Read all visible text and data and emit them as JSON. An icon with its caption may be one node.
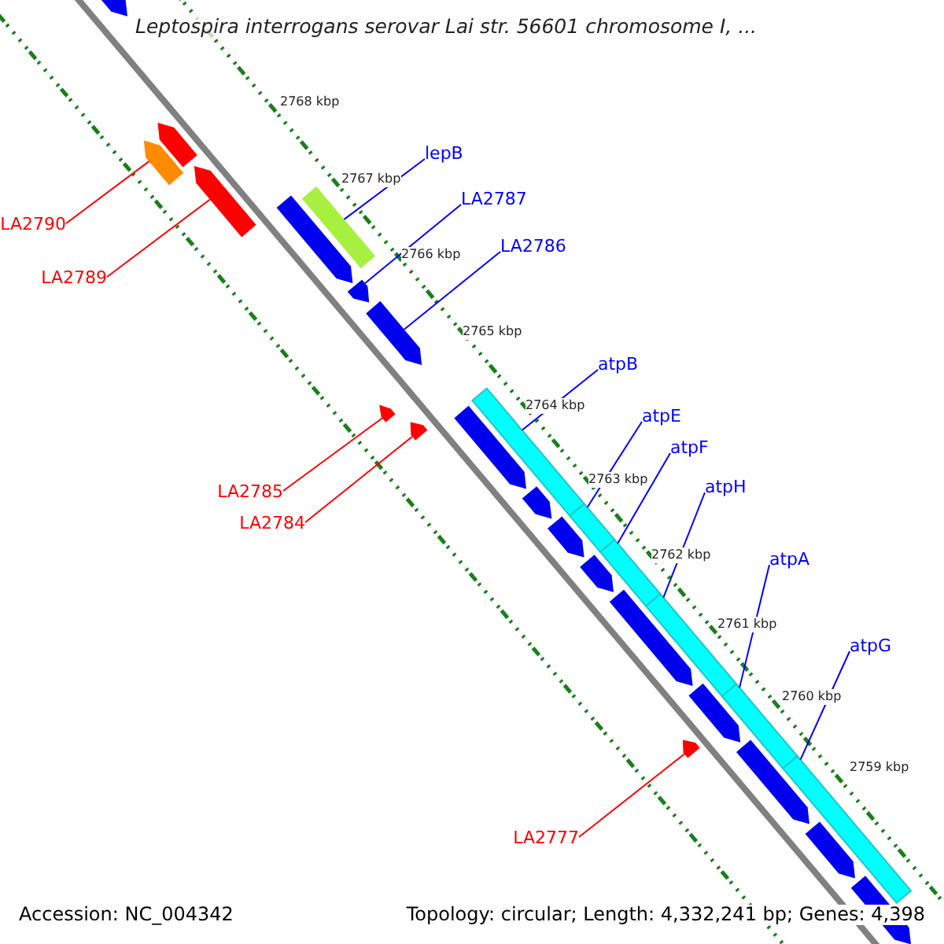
{
  "diagram": {
    "title": "Leptospira interrogans serovar Lai str. 56601 chromosome I, ...",
    "nodes": [
      {
        "text": [
          "lepB"
        ]
      },
      {
        "text": [
          "LA2787"
        ]
      },
      {
        "text": [
          "LA2790"
        ]
      },
      {
        "text": [
          "LA2786"
        ]
      },
      {
        "text": [
          "LA2789"
        ]
      },
      {
        "text": [
          "atpB"
        ]
      },
      {
        "text": [
          "atpE"
        ]
      },
      {
        "text": [
          "atpF"
        ]
      },
      {
        "text": [
          "atpH"
        ]
      },
      {
        "text": [
          "LA2785"
        ]
      },
      {
        "text": [
          "LA2784"
        ]
      },
      {
        "text": [
          "atpA"
        ]
      },
      {
        "text": [
          "atpG"
        ]
      },
      {
        "text": [
          "LA2777"
        ]
      },
      {
        "text": [],
        "shape": "arrow"
      },
      {
        "text": [],
        "shape": "arrow"
      },
      {
        "text": [],
        "shape": "arrow"
      },
      {
        "text": [],
        "shape": "bar"
      },
      {
        "text": [],
        "shape": "arrow"
      },
      {
        "text": [],
        "shape": "arrow"
      },
      {
        "text": [],
        "shape": "arrow"
      },
      {
        "text": [],
        "shape": "bar"
      },
      {
        "text": [],
        "shape": "bar"
      },
      {
        "text": [],
        "shape": "bar"
      },
      {
        "text": [],
        "shape": "bar"
      },
      {
        "text": [],
        "shape": "bar"
      },
      {
        "text": [],
        "shape": "bar"
      },
      {
        "text": [],
        "shape": "arrow"
      }
    ],
    "edges": [
      {
        "from": 0,
        "to": 17,
        "arrow": "none"
      },
      {
        "from": 1,
        "to": 16,
        "arrow": "none"
      },
      {
        "from": 2,
        "to": 14,
        "arrow": "none",
        "color": "#ff0000"
      },
      {
        "from": 3,
        "to": 18,
        "arrow": "none"
      },
      {
        "from": 4,
        "to": 15,
        "arrow": "none",
        "color": "#ff0000"
      },
      {
        "from": 5,
        "to": 21,
        "arrow": "none"
      },
      {
        "from": 6,
        "to": 22,
        "arrow": "none"
      },
      {
        "from": 7,
        "to": 23,
        "arrow": "none"
      },
      {
        "from": 8,
        "to": 24,
        "arrow": "none"
      },
      {
        "from": 9,
        "to": 19,
        "arrow": "none",
        "color": "#ff0000"
      },
      {
        "from": 10,
        "to": 20,
        "arrow": "none",
        "color": "#ff0000"
      },
      {
        "from": 11,
        "to": 25,
        "arrow": "none"
      },
      {
        "from": 12,
        "to": 26,
        "arrow": "none"
      },
      {
        "from": 13,
        "to": 27,
        "arrow": "none",
        "color": "#ff0000"
      }
    ],
    "labels": [
      "2768 kbp",
      "2767 kbp",
      "2766 kbp",
      "2765 kbp",
      "2764 kbp",
      "2763 kbp",
      "2762 kbp",
      "2761 kbp",
      "2760 kbp",
      "2759 kbp",
      "Accession: NC_004342",
      "Topology: circular; Length: 4,332,241 bp; Genes: 4,398"
    ]
  }
}
